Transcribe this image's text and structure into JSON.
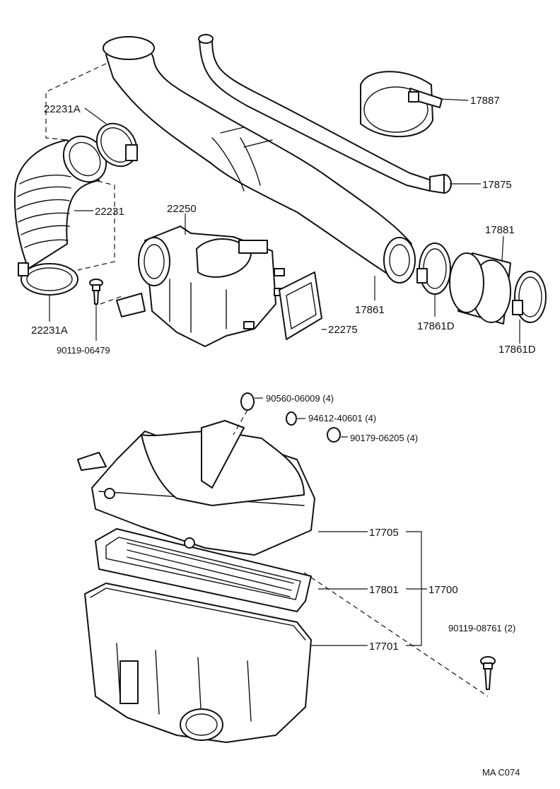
{
  "labels": {
    "p17887": "17887",
    "p22231A_top": "22231A",
    "p17875": "17875",
    "p22231": "22231",
    "p22250": "22250",
    "p17881": "17881",
    "p17861": "17861",
    "p22231A_bot": "22231A",
    "p17861D_a": "17861D",
    "p22275": "22275",
    "p90119_06479": "90119-06479",
    "p17861D_b": "17861D",
    "p90560": "90560-06009 (4)",
    "p94612": "94612-40601 (4)",
    "p90179": "90179-06205 (4)",
    "p17705": "17705",
    "p17801": "17801",
    "p17700": "17700",
    "p90119_08761": "90119-08761 (2)",
    "p17701": "17701",
    "code": "MA C074"
  }
}
